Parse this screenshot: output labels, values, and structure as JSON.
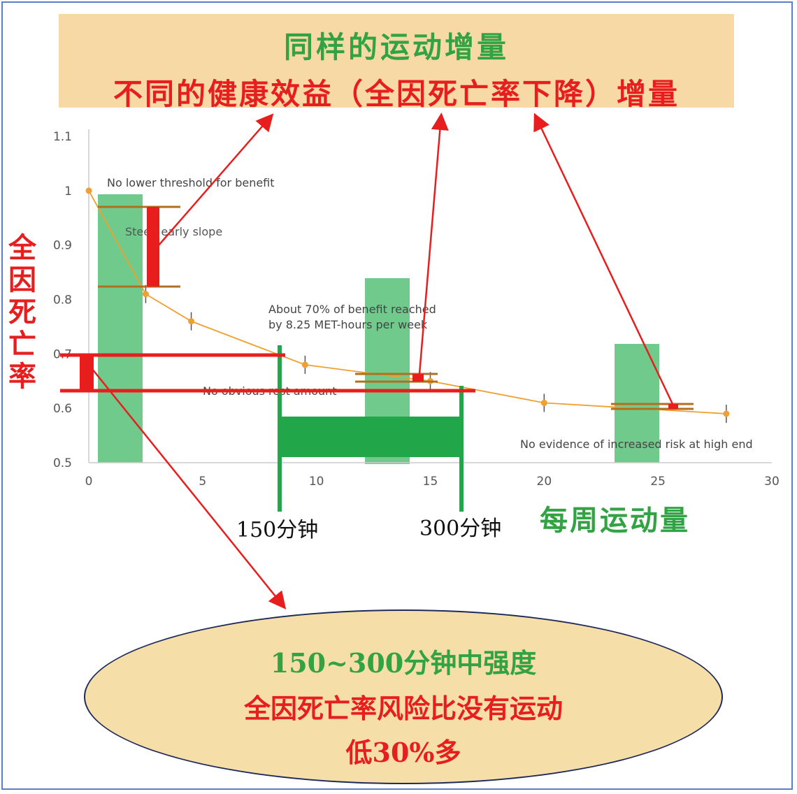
{
  "header": {
    "line1": "同样的运动增量",
    "line2": "不同的健康效益（全因死亡率下降）增量"
  },
  "y_axis_title_cn": [
    "全",
    "因",
    "死",
    "亡",
    "率"
  ],
  "x_axis_title_cn": "每周运动量",
  "markers": {
    "min150": "150分钟",
    "min300": "300分钟"
  },
  "ellipse": {
    "line1": "150~300分钟中强度",
    "line2": "全因死亡率风险比没有运动",
    "line3": "低30%多"
  },
  "chart_data": {
    "type": "line",
    "x": [
      0,
      2.5,
      4.5,
      9.5,
      15,
      20,
      28
    ],
    "y": [
      1.0,
      0.81,
      0.76,
      0.68,
      0.65,
      0.61,
      0.59
    ],
    "xlim": [
      0,
      30
    ],
    "ylim": [
      0.5,
      1.1
    ],
    "xticks": [
      "0",
      "5",
      "10",
      "15",
      "20",
      "25",
      "30"
    ],
    "yticks": [
      "0.5",
      "0.6",
      "0.7",
      "0.8",
      "0.9",
      "1",
      "1.1"
    ],
    "annotations": [
      "No lower threshold for benefit",
      "Steep early slope",
      "About 70% of benefit reached",
      "by 8.25 MET-hours per week",
      "No obvious rest amount",
      "No evidence of increased risk at high end"
    ],
    "colors": {
      "line": "#f0a030",
      "highlight": "#3fb866",
      "red": "#e81e1e"
    }
  }
}
